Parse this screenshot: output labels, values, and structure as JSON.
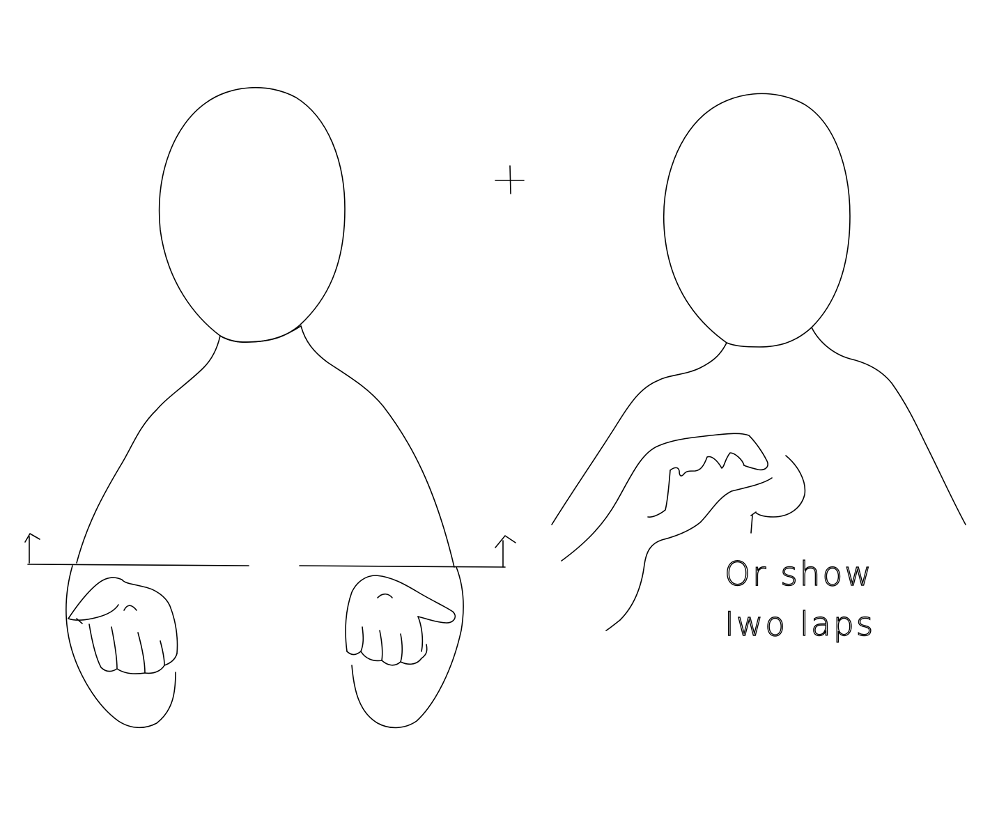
{
  "caption": {
    "line1": "Or show",
    "line2": "Iwo laps"
  },
  "colors": {
    "ink": "#000000",
    "background": "#ffffff"
  },
  "figures": [
    {
      "name": "figure-left",
      "hands": "two fists, palms up"
    },
    {
      "name": "figure-right",
      "hands": "one hand circling"
    }
  ],
  "connector_symbol": "plus-sign"
}
